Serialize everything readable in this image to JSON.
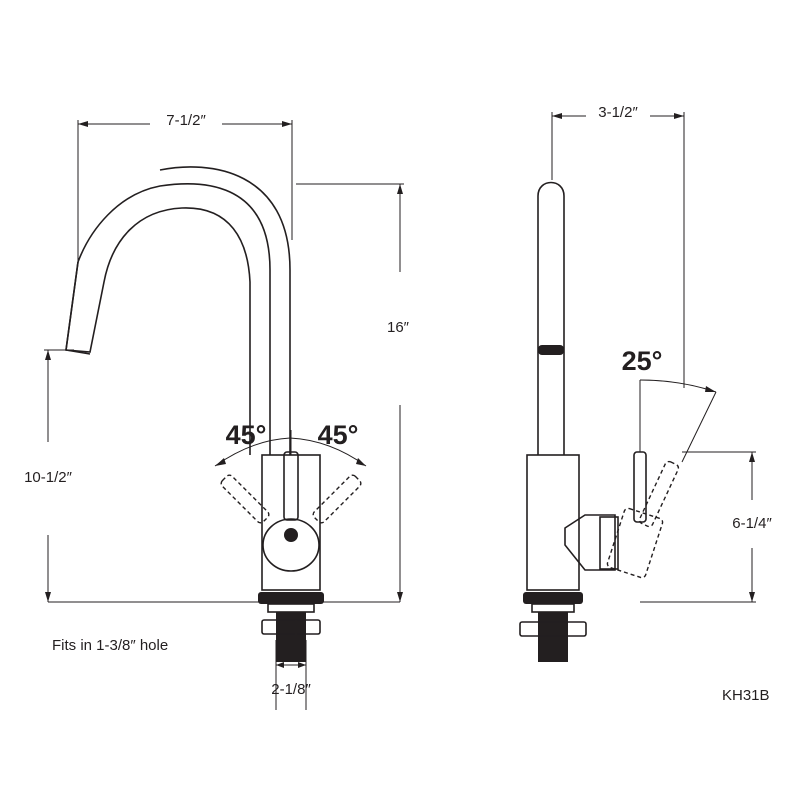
{
  "front_view": {
    "width_label": "7-1/2″",
    "height_label": "16″",
    "spout_height_label": "10-1/2″",
    "handle_angle_left": "45°",
    "handle_angle_right": "45°",
    "base_width_label": "2-1/8″",
    "hole_note": "Fits in 1-3/8″ hole"
  },
  "side_view": {
    "reach_label": "3-1/2″",
    "handle_angle": "25°",
    "handle_height_label": "6-1/4″"
  },
  "model": "KH31B"
}
